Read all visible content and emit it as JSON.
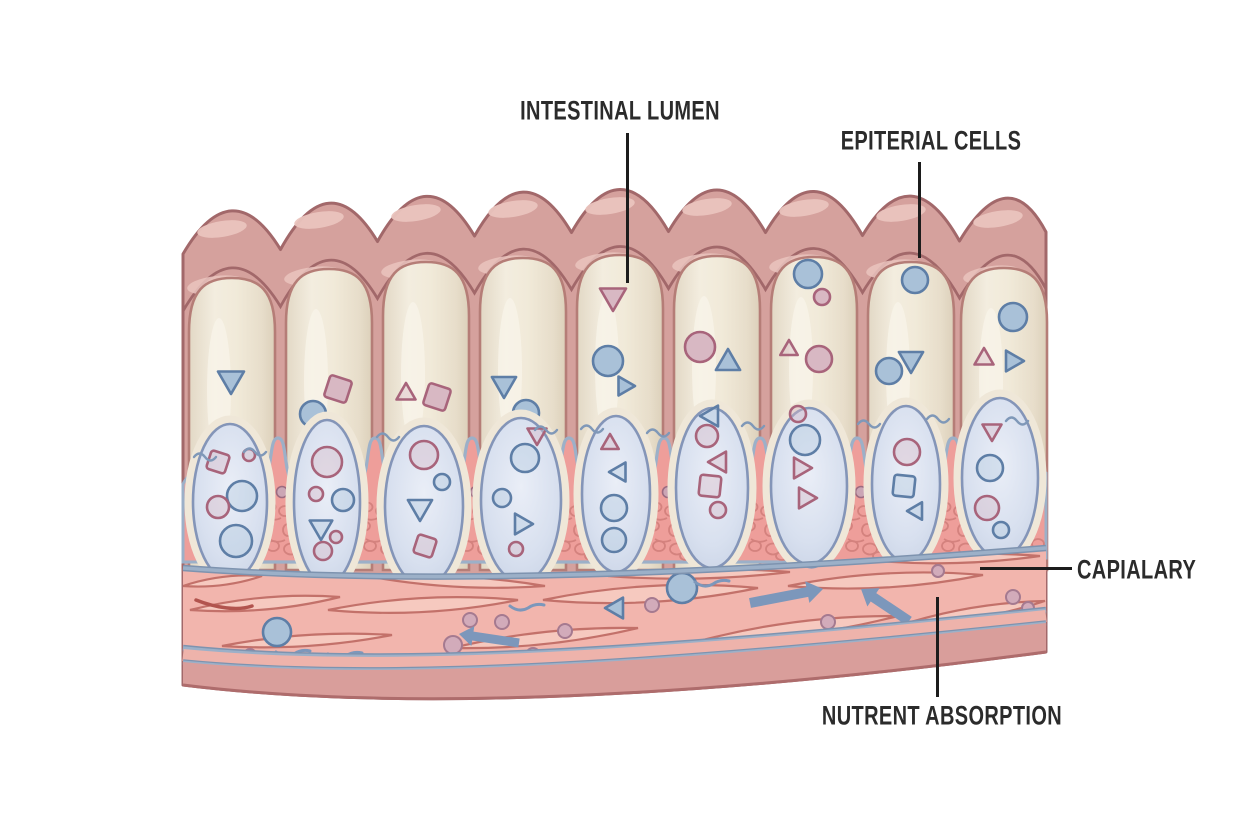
{
  "labels": {
    "intestinal_lumen": "INTESTINAL LUMEN",
    "epiterial_cells": "EPITERIAL CELLS",
    "capialary": "CAPIALARY",
    "nutrent_absorption": "NUTRENT ABSORPTION"
  },
  "palette": {
    "background": "#ffffff",
    "villi_pink": "#d5a19d",
    "villi_outline": "#a2686a",
    "villi_highlight": "#eac4be",
    "cell_cream": "#efe8d9",
    "cell_outline": "#b57d77",
    "goblet_fill": "#cfd9ea",
    "goblet_outline": "#8495b8",
    "goblet_halo": "#efe7d8",
    "membrane_blue": "#9cb0c8",
    "membrane_edge": "#7e93af",
    "lamina_pink": "#ee9e9a",
    "lamina_texture": "#d4827e",
    "capillary_pink": "#f2b5ad",
    "spindle_fill": "#f6c9bf",
    "spindle_outline": "#c3716a",
    "bottom_band": "#d99e9b",
    "bottom_edge": "#ae6c6c",
    "particle_blue": "#a9c1d8",
    "particle_blue_outline": "#5e7ea6",
    "particle_mauve": "#d8b8c3",
    "particle_mauve_outline": "#a8647b",
    "arrow_blue": "#7c97bb",
    "vessel_streak": "#b2544e",
    "label_text": "#2b2b2b",
    "label_line": "#1c1c1c"
  }
}
